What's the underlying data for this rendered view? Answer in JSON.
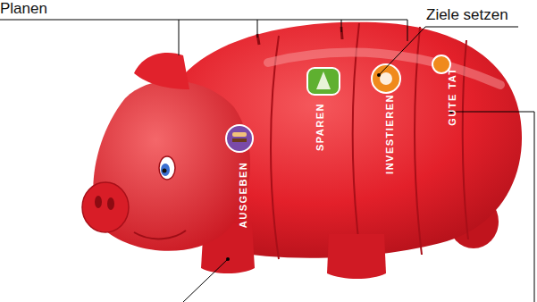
{
  "diagram": {
    "labels": [
      "Planen",
      "Ziele setzen",
      "AUSGEBEN",
      "SPAREN",
      "INVESTIEREN",
      "GUTE TAT"
    ]
  }
}
